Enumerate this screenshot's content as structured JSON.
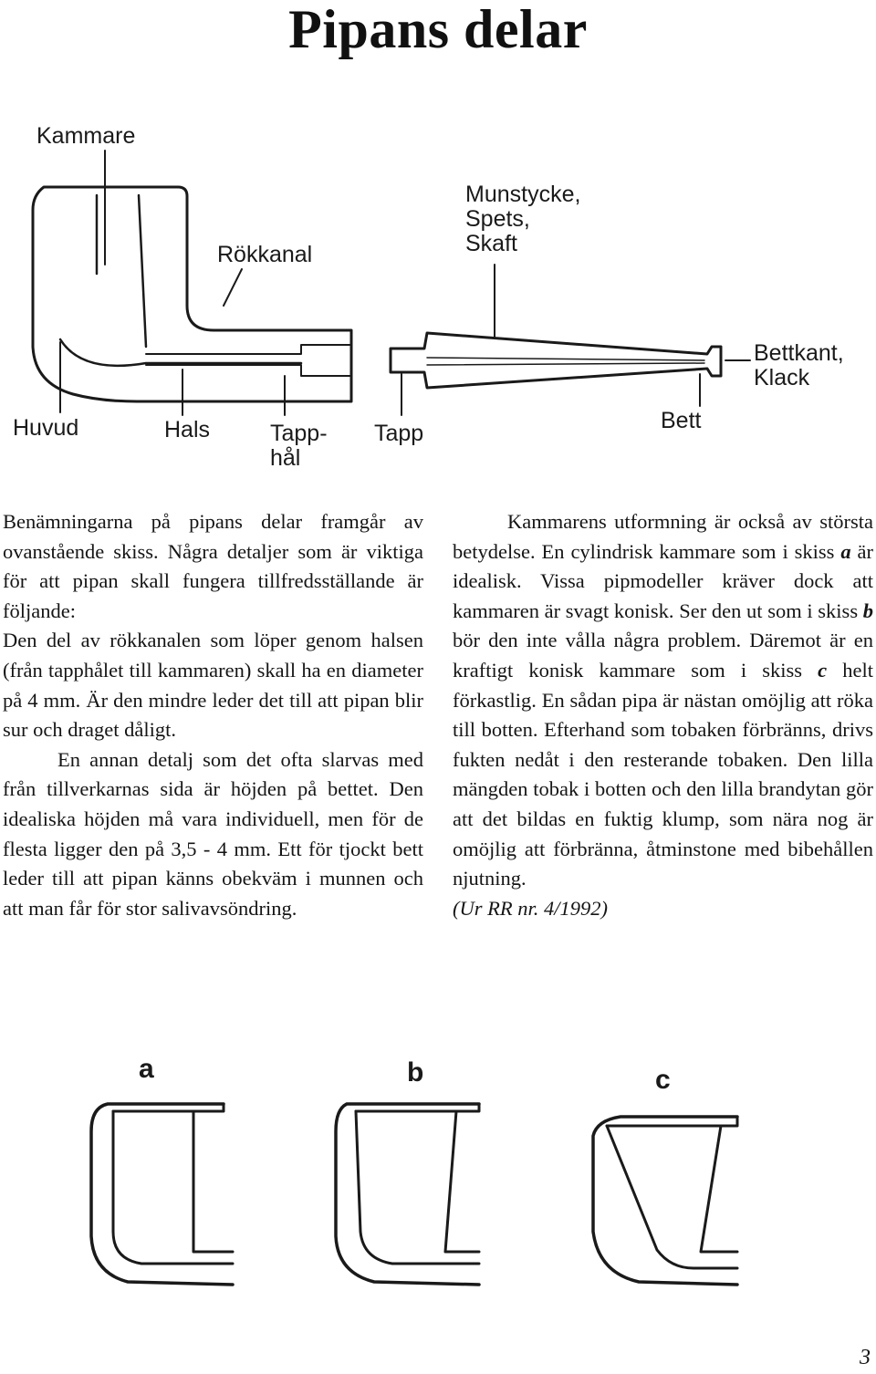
{
  "page": {
    "title": "Pipans delar",
    "page_number": "3"
  },
  "diagram": {
    "labels": {
      "kammare": "Kammare",
      "rokkanal": "Rökkanal",
      "munstycke": [
        "Munstycke,",
        "Spets,",
        "Skaft"
      ],
      "bettkant": [
        "Bettkant,",
        "Klack"
      ],
      "huvud": "Huvud",
      "hals": "Hals",
      "tapphal": [
        "Tapp-",
        "hål"
      ],
      "tapp": "Tapp",
      "bett": "Bett"
    }
  },
  "text": {
    "left": [
      "Benämningarna på pipans delar framgår av ovanstående skiss. Några detaljer som är viktiga för att  pipan skall fungera tillfredsställande är följande:",
      "Den del av rökkanalen som löper genom halsen (från tapphålet till kammaren) skall ha en diameter på 4 mm. Är den mindre leder det till att pipan blir sur och draget dåligt.",
      "En annan detalj som det ofta slarvas med från tillverkarnas sida är höjden på bettet. Den idealiska höjden må vara individuell, men för de flesta ligger den på 3,5 - 4 mm. Ett för tjockt bett leder till att pipan känns obekväm i munnen och att man får för stor salivavsöndring."
    ],
    "right": {
      "p1_a": "Kammarens utformning är också av största betydelse. En cylindrisk kammare som i skiss ",
      "a": "a",
      "p1_b": " är idealisk. Vissa pipmodeller kräver dock att kammaren är svagt konisk. Ser den ut som i skiss ",
      "b": "b",
      "p1_c": " bör den inte vålla några problem. Däremot är en kraftigt konisk kammare som i skiss ",
      "c": "c",
      "p1_d": " helt förkastlig. En sådan pipa är nästan omöjlig att röka till botten. Efterhand som tobaken förbränns, drivs fukten nedåt i den resterande tobaken. Den lilla mängden tobak i botten och den lilla brandytan gör att det bildas en fuktig klump, som nära nog är omöjlig att förbränna, åtminstone med bibehållen njutning.",
      "source": "(Ur RR nr. 4/1992)"
    }
  },
  "sketches": {
    "labels": [
      "a",
      "b",
      "c"
    ]
  }
}
